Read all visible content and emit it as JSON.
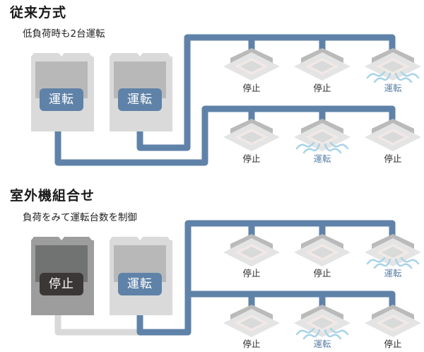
{
  "colors": {
    "pipe_active": "#5f82a8",
    "pipe_inactive": "#d8d9d8",
    "run_badge": "#5f82a8",
    "stop_badge": "#3b3736",
    "run_text": "#5f82a8",
    "stop_text": "#222222",
    "airflow": "#a9d3e8"
  },
  "sections": [
    {
      "title": "従来方式",
      "subtitle": "低負荷時も2台運転",
      "outdoor_units": [
        {
          "state": "run",
          "label": "運転"
        },
        {
          "state": "run",
          "label": "運転"
        }
      ],
      "indoor_rows": [
        {
          "units": [
            {
              "state": "stop",
              "label": "停止"
            },
            {
              "state": "stop",
              "label": "停止"
            },
            {
              "state": "run",
              "label": "運転"
            }
          ]
        },
        {
          "units": [
            {
              "state": "stop",
              "label": "停止"
            },
            {
              "state": "run",
              "label": "運転"
            },
            {
              "state": "stop",
              "label": "停止"
            }
          ]
        }
      ]
    },
    {
      "title": "室外機組合せ",
      "subtitle": "負荷をみて運転台数を制御",
      "outdoor_units": [
        {
          "state": "stop",
          "label": "停止"
        },
        {
          "state": "run",
          "label": "運転"
        }
      ],
      "indoor_rows": [
        {
          "units": [
            {
              "state": "stop",
              "label": "停止"
            },
            {
              "state": "stop",
              "label": "停止"
            },
            {
              "state": "run",
              "label": "運転"
            }
          ]
        },
        {
          "units": [
            {
              "state": "stop",
              "label": "停止"
            },
            {
              "state": "run",
              "label": "運転"
            },
            {
              "state": "stop",
              "label": "停止"
            }
          ]
        }
      ]
    }
  ]
}
